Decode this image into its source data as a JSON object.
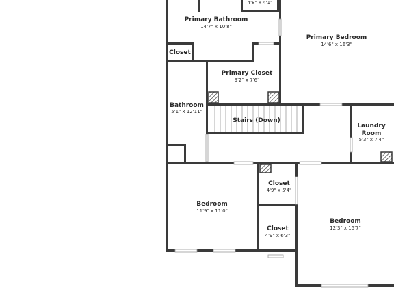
{
  "rooms": [
    {
      "name": "",
      "dims": "4'8\" x 4'1\""
    },
    {
      "name": "Primary Bathroom",
      "dims": "14'7\" x 10'8\""
    },
    {
      "name": "Primary Bedroom",
      "dims": "14'6\" x 16'3\""
    },
    {
      "name": "Closet",
      "dims": ""
    },
    {
      "name": "Primary Closet",
      "dims": "9'2\" x 7'6\""
    },
    {
      "name": "Bathroom",
      "dims": "5'1\" x 12'11\""
    },
    {
      "name": "Stairs (Down)",
      "dims": ""
    },
    {
      "name": "Laundry",
      "name2": "Room",
      "dims": "5'3\" x 7'4\""
    },
    {
      "name": "Closet",
      "dims": "4'9\" x 5'4\""
    },
    {
      "name": "Bedroom",
      "dims": "11'9\" x 11'0\""
    },
    {
      "name": "Closet",
      "dims": "4'9\" x 6'3\""
    },
    {
      "name": "Bedroom",
      "dims": "12'3\" x 15'7\""
    }
  ],
  "colors": {
    "wall": "#3a3a3a",
    "background": "#ffffff",
    "text": "#2a2a2a"
  }
}
